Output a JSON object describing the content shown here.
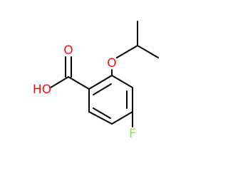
{
  "molecule": {
    "atoms": {
      "carboxyl_o_double": {
        "symbol": "O",
        "color": "#ff0d0d"
      },
      "carboxyl_oh": {
        "symbol": "HO",
        "color": "#ff0d0d"
      },
      "ether_o": {
        "symbol": "O",
        "color": "#ff0d0d"
      },
      "fluorine": {
        "symbol": "F",
        "color": "#90e050"
      }
    },
    "bond_color": "#000000"
  }
}
